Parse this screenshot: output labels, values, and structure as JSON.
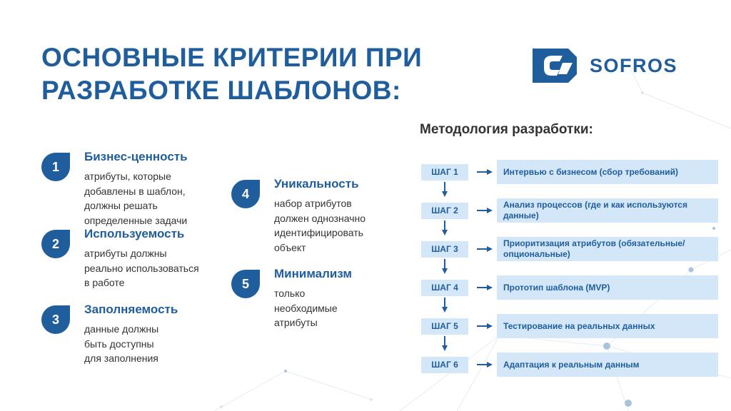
{
  "title": {
    "line1": "ОСНОВНЫЕ КРИТЕРИИ ПРИ",
    "line2": "РАЗРАБОТКЕ ШАБЛОНОВ:"
  },
  "logo": {
    "text": "SOFROS"
  },
  "colors": {
    "primary": "#1f5d9c",
    "step_fill": "#d3e7f8"
  },
  "criteria": [
    {
      "number": "1",
      "title": "Бизнес-ценность",
      "text": "атрибуты, которые\nдобавлены в шаблон,\nдолжны решать\nопределенные задачи"
    },
    {
      "number": "2",
      "title": "Используемость",
      "text": "атрибуты должны\nреально использоваться\nв работе"
    },
    {
      "number": "3",
      "title": "Заполняемость",
      "text": "данные должны\nбыть доступны\nдля заполнения"
    },
    {
      "number": "4",
      "title": "Уникальность",
      "text": "набор атрибутов\nдолжен однозначно\nидентифицировать\nобъект"
    },
    {
      "number": "5",
      "title": "Минимализм",
      "text": "только\nнеобходимые\nатрибуты"
    }
  ],
  "methodology": {
    "title": "Методология разработки:",
    "steps": [
      {
        "label": "ШАГ 1",
        "text": "Интервью с бизнесом (сбор требований)"
      },
      {
        "label": "ШАГ 2",
        "text": "Анализ процессов (где и как используются данные)"
      },
      {
        "label": "ШАГ 3",
        "text": "Приоритизация атрибутов (обязательные/опциональные)"
      },
      {
        "label": "ШАГ 4",
        "text": "Прототип шаблона (MVP)"
      },
      {
        "label": "ШАГ 5",
        "text": "Тестирование на реальных данных"
      },
      {
        "label": "ШАГ 6",
        "text": "Адаптация к реальным данным"
      }
    ]
  }
}
